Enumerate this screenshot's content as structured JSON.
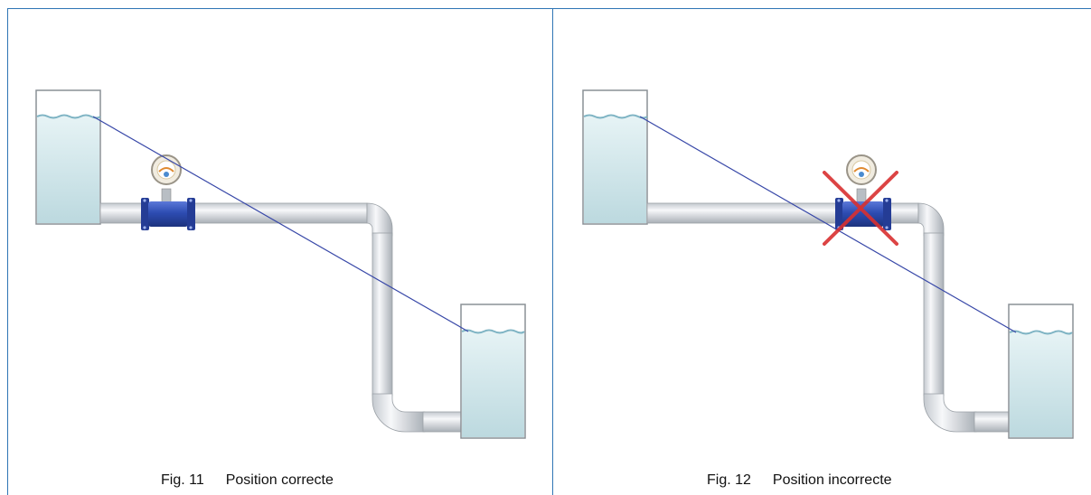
{
  "figures": [
    {
      "number": "Fig. 11",
      "caption": "Position correcte",
      "status": "correct"
    },
    {
      "number": "Fig. 12",
      "caption": "Position incorrecte",
      "status": "incorrect"
    }
  ],
  "colors": {
    "frame": "#2f75b5",
    "water": "#cfe6ea",
    "pipe": "#e4e8ec",
    "meter": "#2f4fb8",
    "slope_line": "#3848a8",
    "cross": "#d93030"
  }
}
